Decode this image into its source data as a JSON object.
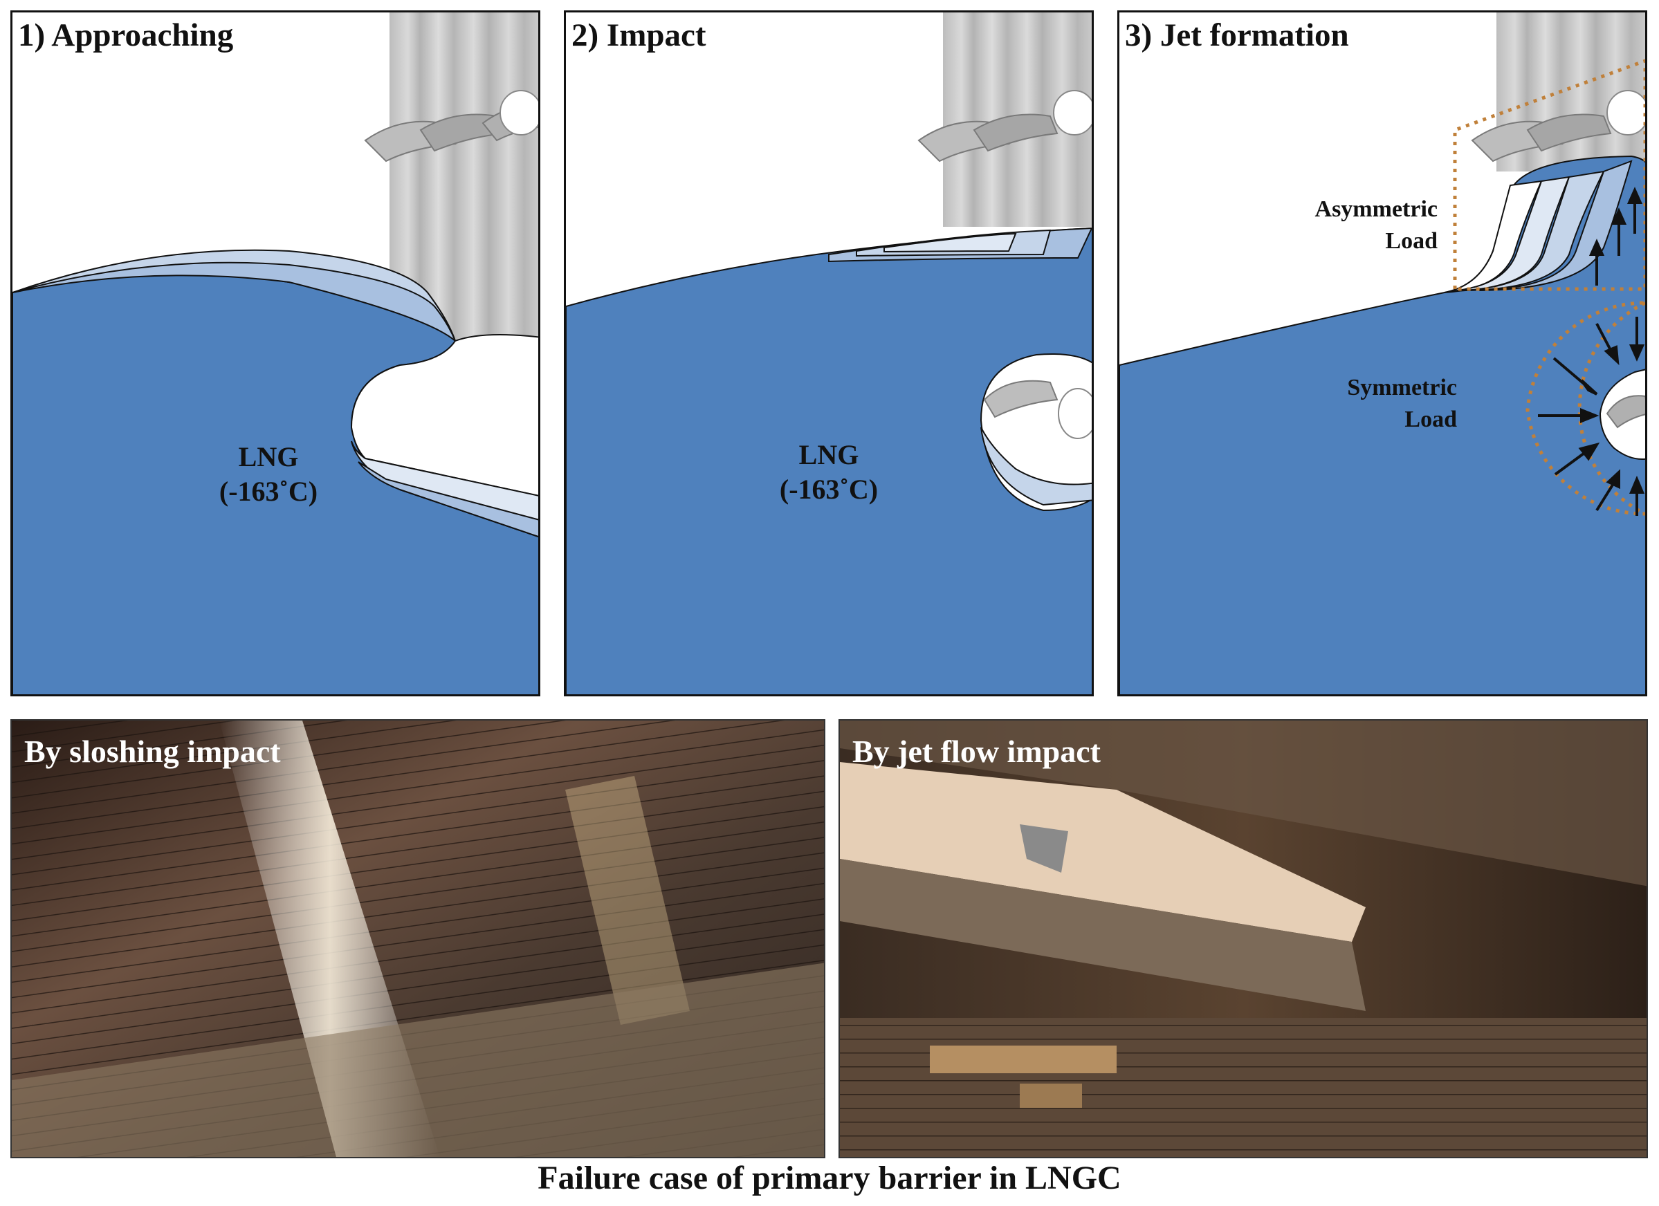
{
  "panels": [
    {
      "title": "1) Approaching",
      "fluid_label": "LNG",
      "fluid_temp": "(-163˚C)"
    },
    {
      "title": "2) Impact",
      "fluid_label": "LNG",
      "fluid_temp": "(-163˚C)"
    },
    {
      "title": "3) Jet formation",
      "asymmetric_label_1": "Asymmetric",
      "asymmetric_label_2": "Load",
      "symmetric_label_1": "Symmetric",
      "symmetric_label_2": "Load"
    }
  ],
  "photos": [
    {
      "title": "By sloshing impact"
    },
    {
      "title": "By jet flow impact"
    }
  ],
  "caption": "Failure case of primary barrier  in LNGC",
  "colors": {
    "liquid": "#4f81bd",
    "wave_light": "#c5d5ea",
    "wave_mid": "#a8c0e0",
    "wave_pale": "#dfe8f4",
    "wall": "#c8c8c8",
    "wall_dark": "#a9a9a9",
    "dotted_outline": "#c0803a"
  }
}
